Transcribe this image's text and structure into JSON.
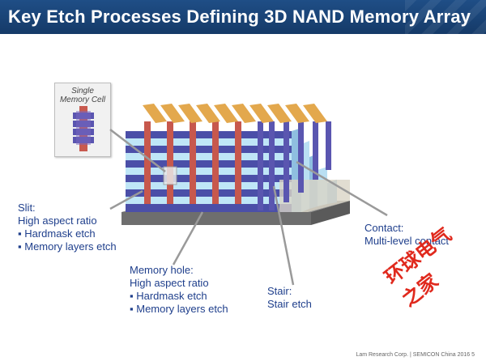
{
  "title": "Key Etch Processes Defining 3D NAND Memory Array",
  "memory_cell": {
    "line1": "Single",
    "line2": "Memory Cell"
  },
  "slit": {
    "heading": "Slit:",
    "subtitle": "High aspect ratio",
    "items": [
      "Hardmask etch",
      "Memory layers etch"
    ]
  },
  "memory_hole": {
    "heading": "Memory hole:",
    "subtitle": "High aspect ratio",
    "items": [
      "Hardmask etch",
      "Memory layers etch"
    ]
  },
  "stair": {
    "heading": "Stair:",
    "subtitle": "Stair etch"
  },
  "contact": {
    "heading": "Contact:",
    "subtitle": "Multi-level contact"
  },
  "footer": "Lam Research Corp. | SEMICON China 2016    5",
  "watermark": "环球电气之家",
  "colors": {
    "header": "#1a4478",
    "text": "#1f3f8c",
    "layer_light": "#bfe6f7",
    "layer_dark": "#4b4fa8",
    "pillar_red": "#c7584d",
    "pillar_purple": "#5a56b0",
    "top_lines": "#e3a84d"
  }
}
